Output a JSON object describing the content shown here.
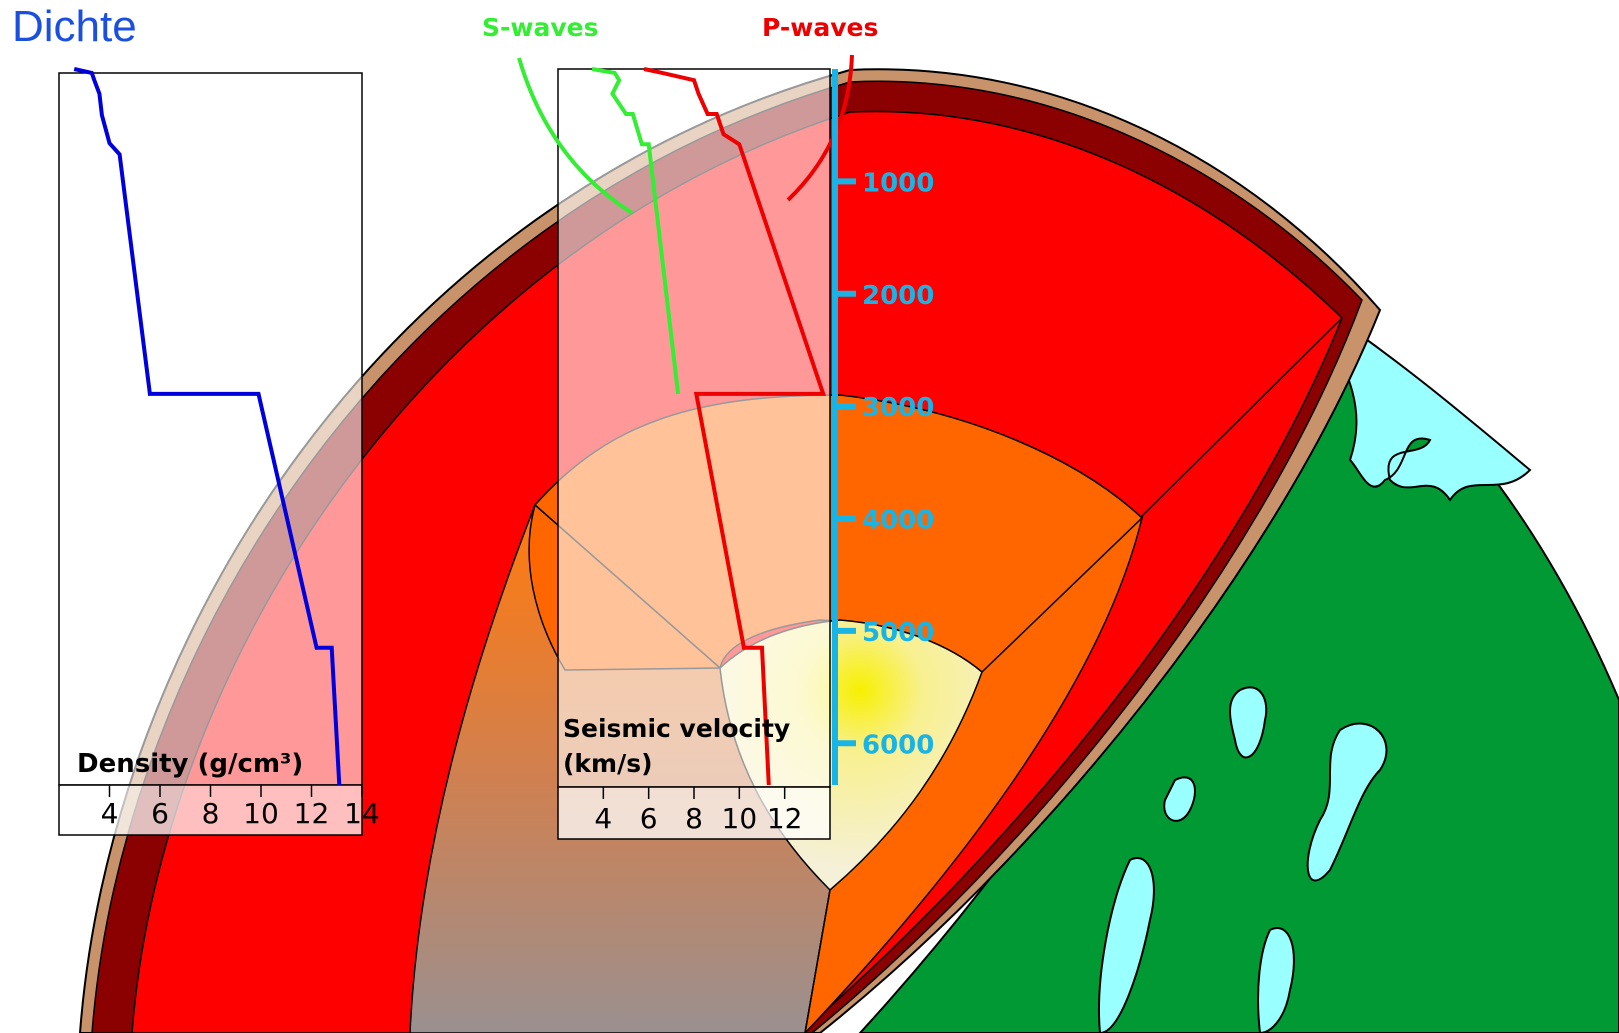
{
  "page_title": "Dichte",
  "colors": {
    "crust": "#8b0000",
    "crust_rim": "#c8926a",
    "mantle": "#ff0000",
    "outer_core": "#ff6600",
    "inner_core": "#f6f060",
    "ocean": "#99ffff",
    "land": "#009933",
    "depth_axis": "#19b4e6",
    "density_line": "#0000dd",
    "s_wave": "#33ee33",
    "p_wave": "#ee0000"
  },
  "chart_data": [
    {
      "type": "line",
      "title": "",
      "xlabel": "Density (g/cm³)",
      "ylabel": "",
      "xlim": [
        2,
        14
      ],
      "ylim": [
        6371,
        0
      ],
      "x_ticks": [
        "4",
        "6",
        "8",
        "10",
        "12",
        "14"
      ],
      "series": [
        {
          "points": [
            [
              2.6,
              0
            ],
            [
              3.3,
              35
            ],
            [
              3.4,
              100
            ],
            [
              3.6,
              220
            ],
            [
              3.7,
              410
            ],
            [
              4.0,
              660
            ],
            [
              4.4,
              760
            ],
            [
              5.6,
              2891
            ],
            [
              9.9,
              2891
            ],
            [
              12.2,
              5150
            ],
            [
              12.8,
              5150
            ],
            [
              13.1,
              6371
            ]
          ]
        }
      ]
    },
    {
      "type": "line",
      "title": "",
      "xlabel": "Seismic velocity\n(km/s)",
      "ylabel": "",
      "xlim": [
        2,
        14
      ],
      "ylim": [
        6371,
        0
      ],
      "x_ticks": [
        "4",
        "6",
        "8",
        "10",
        "12"
      ],
      "series": [
        {
          "name": "S-waves",
          "points": [
            [
              3.5,
              0
            ],
            [
              4.5,
              35
            ],
            [
              4.7,
              100
            ],
            [
              4.4,
              220
            ],
            [
              5.0,
              400
            ],
            [
              5.3,
              400
            ],
            [
              5.7,
              670
            ],
            [
              6.0,
              670
            ],
            [
              7.3,
              2891
            ]
          ]
        },
        {
          "name": "P-waves",
          "points": [
            [
              5.8,
              0
            ],
            [
              6.6,
              35
            ],
            [
              8.0,
              100
            ],
            [
              8.2,
              220
            ],
            [
              8.6,
              400
            ],
            [
              9.0,
              400
            ],
            [
              9.3,
              580
            ],
            [
              10.0,
              670
            ],
            [
              13.7,
              2891
            ],
            [
              8.1,
              2891
            ],
            [
              10.2,
              5150
            ],
            [
              11.0,
              5150
            ],
            [
              11.3,
              6371
            ]
          ]
        }
      ]
    }
  ],
  "depth_axis": {
    "labels": [
      "1000",
      "2000",
      "3000",
      "4000",
      "5000",
      "6000"
    ],
    "values": [
      1000,
      2000,
      3000,
      4000,
      5000,
      6000
    ]
  },
  "wave_labels": {
    "s": "S-waves",
    "p": "P-waves"
  },
  "density_panel": {
    "label": "Density (g/cm³)",
    "ticks": [
      "4",
      "6",
      "8",
      "10",
      "12",
      "14"
    ]
  },
  "velocity_panel": {
    "label_line1": "Seismic velocity",
    "label_line2": "(km/s)",
    "ticks": [
      "4",
      "6",
      "8",
      "10",
      "12"
    ]
  }
}
